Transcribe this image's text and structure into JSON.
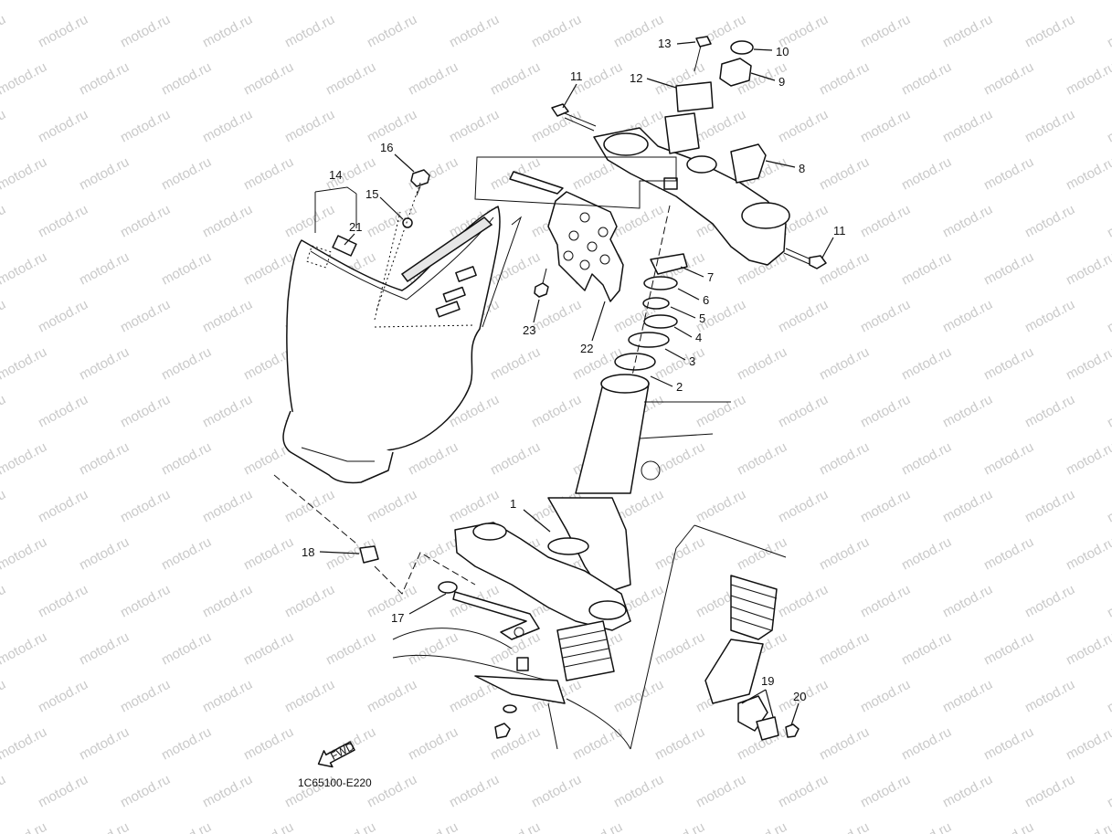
{
  "watermark": {
    "text": "motod.ru",
    "color": "#c9c9c9"
  },
  "diagram_code": "1C65100-E220",
  "fwd_text": "FWD",
  "labels": [
    {
      "num": "1"
    },
    {
      "num": "2"
    },
    {
      "num": "3"
    },
    {
      "num": "4"
    },
    {
      "num": "5"
    },
    {
      "num": "6"
    },
    {
      "num": "7"
    },
    {
      "num": "8"
    },
    {
      "num": "9"
    },
    {
      "num": "10"
    },
    {
      "num": "11"
    },
    {
      "num": "11"
    },
    {
      "num": "12"
    },
    {
      "num": "13"
    },
    {
      "num": "14"
    },
    {
      "num": "15"
    },
    {
      "num": "16"
    },
    {
      "num": "17"
    },
    {
      "num": "18"
    },
    {
      "num": "19"
    },
    {
      "num": "20"
    },
    {
      "num": "21"
    },
    {
      "num": "22"
    },
    {
      "num": "23"
    }
  ]
}
